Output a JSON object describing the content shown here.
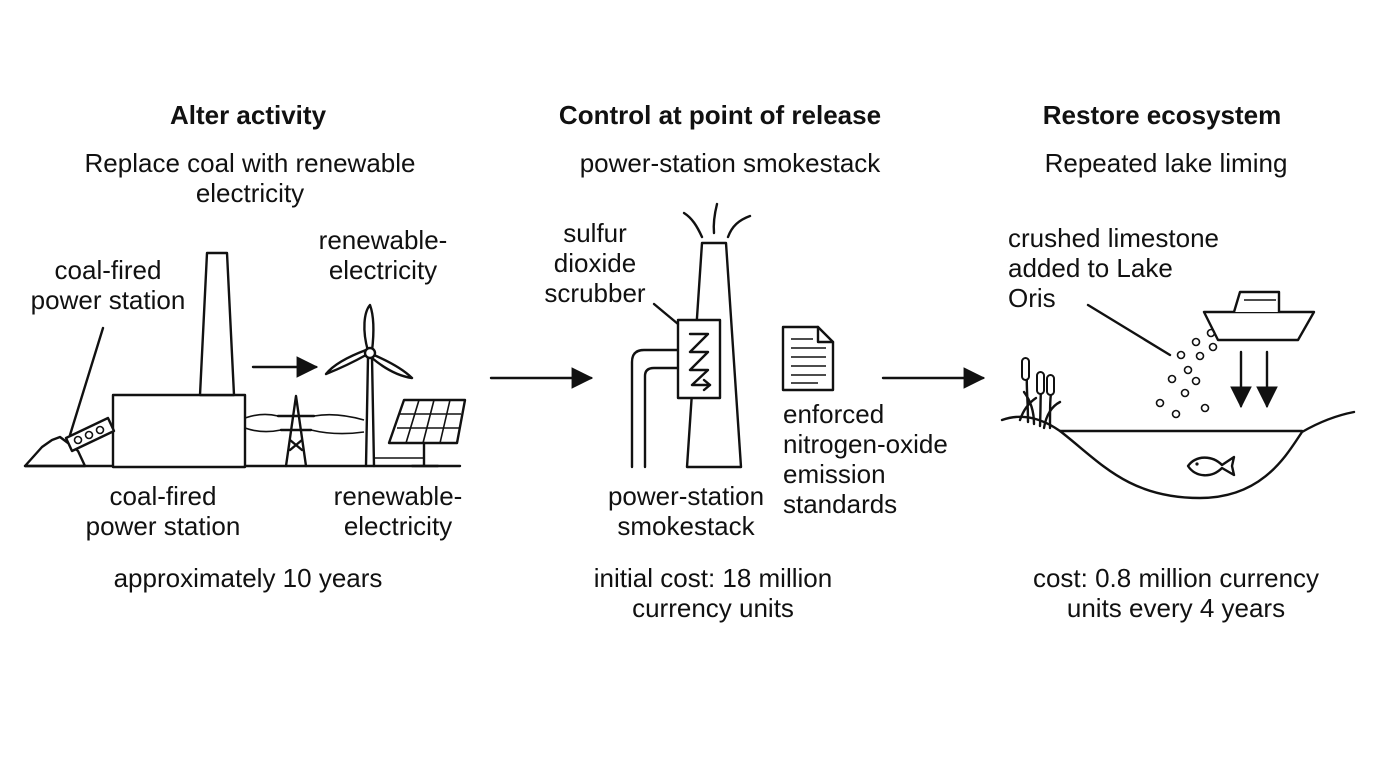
{
  "columns": [
    {
      "heading": "Alter activity",
      "subheading": "Replace coal with renewable\nelectricity",
      "labels": {
        "coal_top": "coal-fired\npower station",
        "renew_top": "renewable-\nelectricity",
        "coal_bottom": "coal-fired\npower station",
        "renew_bottom": "renewable-\nelectricity"
      },
      "footer": "approximately 10 years"
    },
    {
      "heading": "Control at point of release",
      "subheading": "power-station smokestack",
      "labels": {
        "scrubber": "sulfur\ndioxide\nscrubber",
        "standards": "enforced\nnitrogen-oxide\nemission\nstandards",
        "smokestack": "power-station\nsmokestack"
      },
      "footer": "initial cost: 18 million\ncurrency units"
    },
    {
      "heading": "Restore ecosystem",
      "subheading": "Repeated lake liming",
      "labels": {
        "limestone": "crushed limestone\nadded to Lake\nOris"
      },
      "footer": "cost: 0.8 million currency\nunits every 4 years"
    }
  ],
  "icons": [
    "coal-pile-icon",
    "conveyor-icon",
    "power-station-icon",
    "wind-turbine-icon",
    "pylon-icon",
    "solar-panel-icon",
    "smokestack-icon",
    "scrubber-icon",
    "document-icon",
    "boat-icon",
    "reeds-icon",
    "fish-icon",
    "lake-icon"
  ]
}
